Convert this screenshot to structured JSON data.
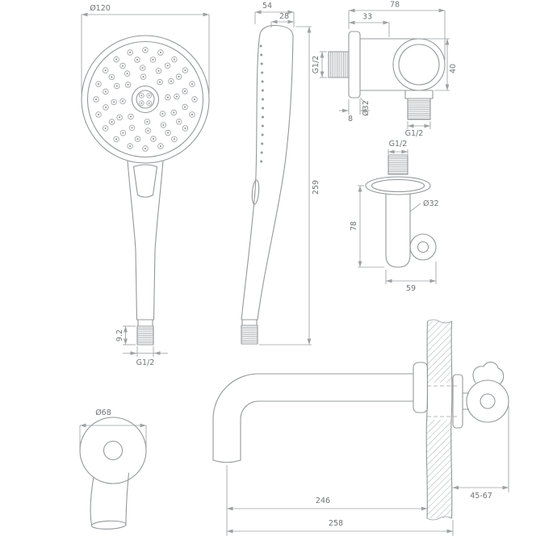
{
  "drawing": {
    "background": "#ffffff",
    "line_color": "#94989b",
    "dimension_color": "#9da1a4",
    "text_color": "#6f7477",
    "views": {
      "handshower_front": {
        "dims": {
          "head_diameter": "Ø120",
          "thread_length": "9.2",
          "connection_thread": "G1/2"
        }
      },
      "handshower_side": {
        "dims": {
          "head_depth": "54",
          "neck_depth": "28",
          "total_height": "259"
        }
      },
      "wall_elbow": {
        "dims": {
          "total_projection": "78",
          "body_offset": "33",
          "inlet_thread": "G1/2",
          "rosette_diameter": "Ø32",
          "body_height": "40",
          "rosette_depth": "8",
          "outlet_thread": "G1/2"
        }
      },
      "holder": {
        "dims": {
          "connection_thread": "G1/2",
          "rosette_diameter": "Ø32",
          "height": "78",
          "projection": "59"
        }
      },
      "spout_front": {
        "dims": {
          "rosette_diameter": "Ø68"
        }
      },
      "spout_side": {
        "dims": {
          "spout_reach": "246",
          "total_length": "258",
          "wall_mount_range": "45-67"
        }
      }
    }
  }
}
